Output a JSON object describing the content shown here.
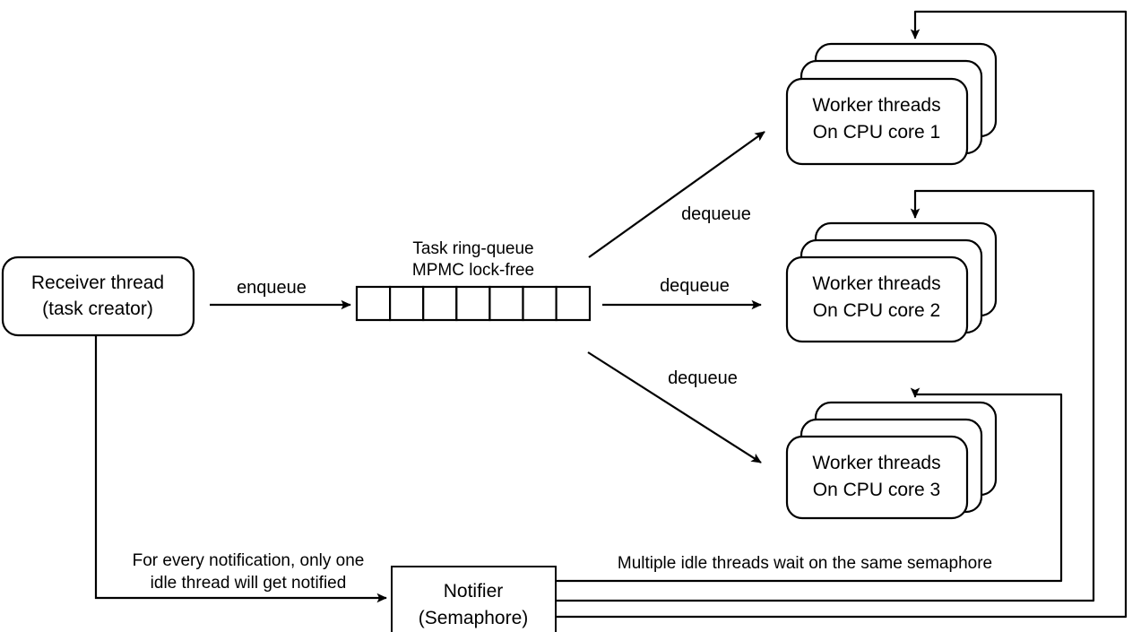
{
  "diagram": {
    "title_text_present": false,
    "background_color": "#ffffff",
    "stroke_color": "#000000",
    "nodes": {
      "receiver": {
        "line1": "Receiver thread",
        "line2": "(task creator)"
      },
      "queue": {
        "label_line1": "Task ring-queue",
        "label_line2": "MPMC lock-free",
        "cell_count": 7
      },
      "worker1": {
        "line1": "Worker threads",
        "line2": "On CPU core 1"
      },
      "worker2": {
        "line1": "Worker threads",
        "line2": "On CPU core 2"
      },
      "worker3": {
        "line1": "Worker threads",
        "line2": "On CPU core 3"
      },
      "notifier": {
        "line1": "Notifier",
        "line2": "(Semaphore)"
      }
    },
    "edges": {
      "enqueue": "enqueue",
      "dequeue_core1": "dequeue",
      "dequeue_core2": "dequeue",
      "dequeue_core3": "dequeue"
    },
    "notes": {
      "notification_note_line1": "For every notification, only one",
      "notification_note_line2": "idle thread will get notified",
      "semaphore_note": "Multiple idle threads wait on the same semaphore"
    }
  }
}
